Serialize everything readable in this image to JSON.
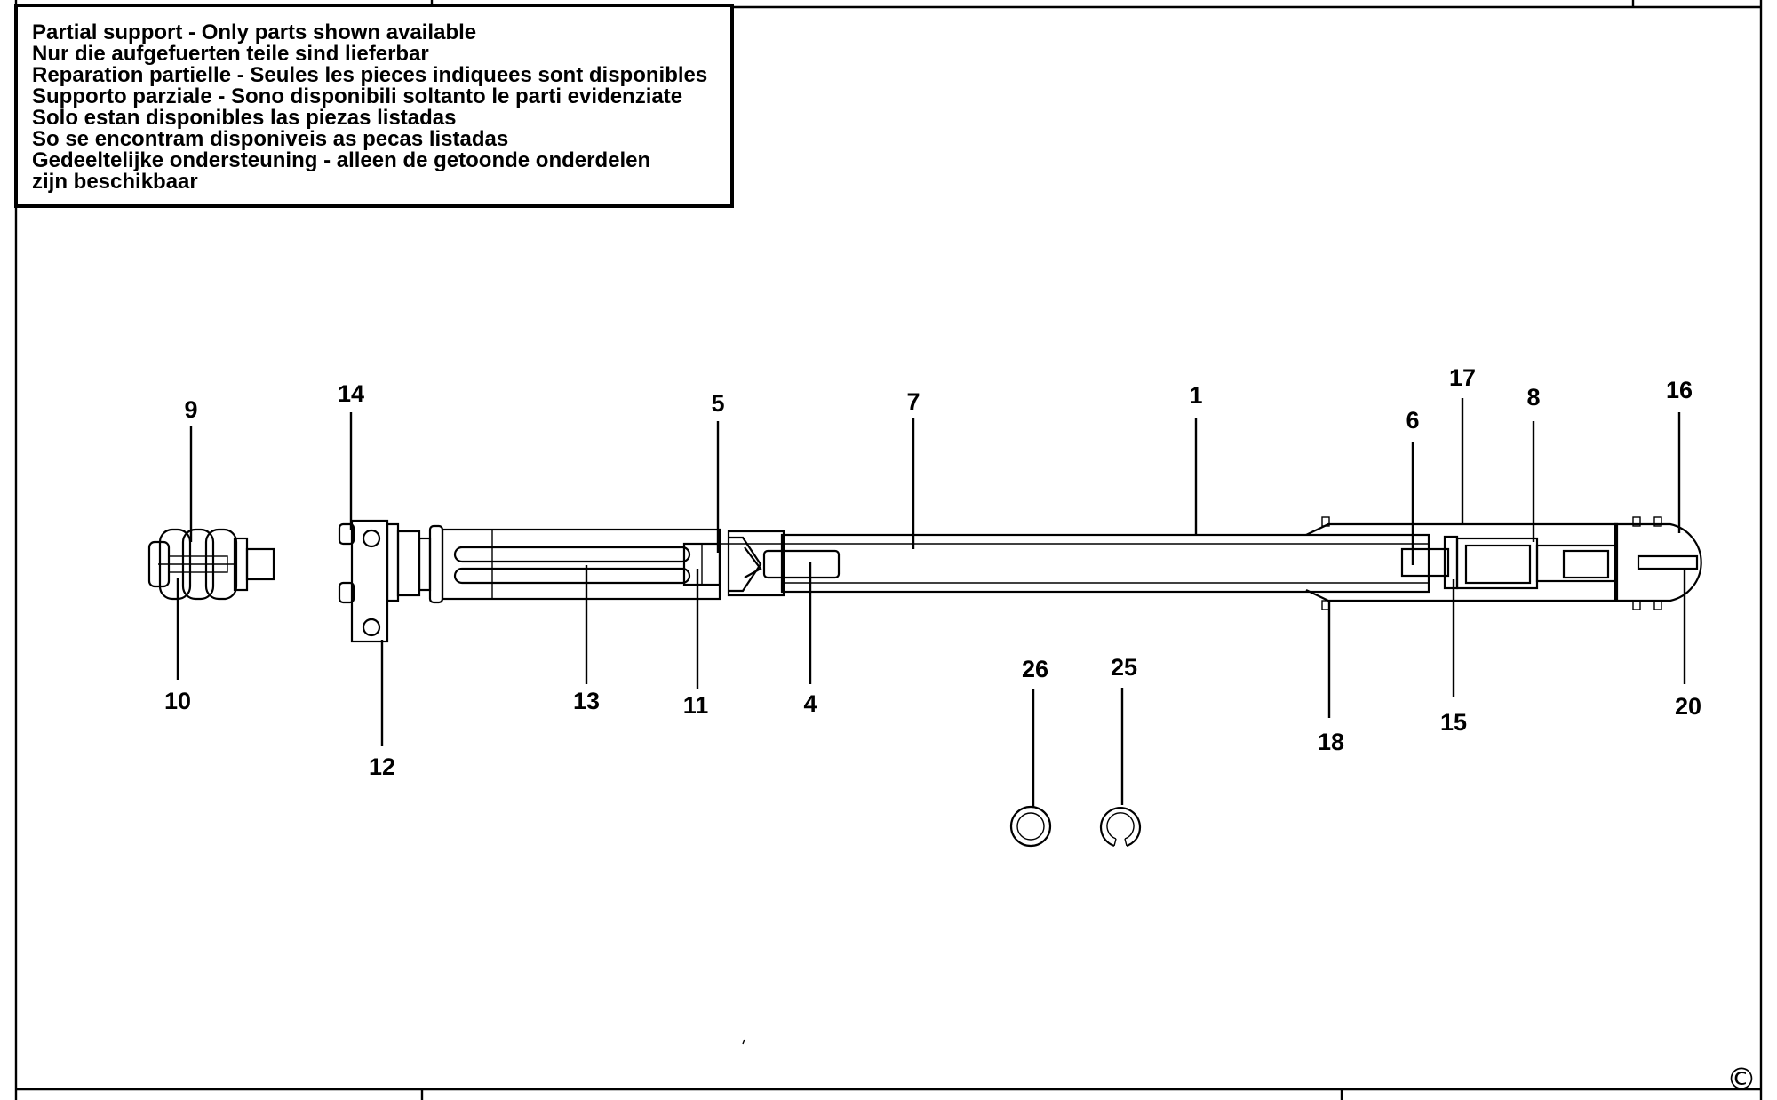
{
  "notice": {
    "lines": [
      "Partial support - Only parts shown available",
      "Nur die aufgefuerten teile sind lieferbar",
      "Reparation partielle - Seules les pieces indiquees sont disponibles",
      "Supporto parziale - Sono disponibili soltanto le parti evidenziate",
      "Solo estan disponibles las piezas listadas",
      "So se encontram disponiveis as pecas listadas",
      "Gedeeltelijke ondersteuning - alleen de getoonde onderdelen",
      "zijn beschikbaar"
    ]
  },
  "callouts": {
    "p1": "1",
    "p4": "4",
    "p5": "5",
    "p6": "6",
    "p7": "7",
    "p8": "8",
    "p9": "9",
    "p10": "10",
    "p11": "11",
    "p12": "12",
    "p13": "13",
    "p14": "14",
    "p15": "15",
    "p16": "16",
    "p17": "17",
    "p18": "18",
    "p20": "20",
    "p25": "25",
    "p26": "26"
  },
  "footer": {
    "copyright": "©"
  }
}
